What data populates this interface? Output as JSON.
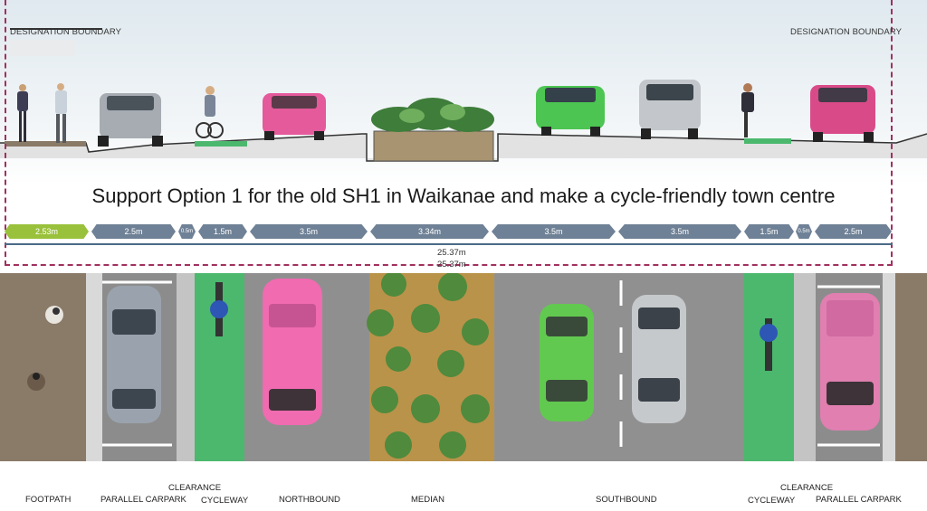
{
  "designation_left": "DESIGNATION BOUNDARY",
  "designation_right": "DESIGNATION BOUNDARY",
  "title": "Support Option 1 for the old SH1 in Waikanae and make a cycle-friendly town centre",
  "dimensions": [
    {
      "label": "2.53m",
      "color": "#9ac13b"
    },
    {
      "label": "2.5m",
      "color": "#6f8196"
    },
    {
      "label": "0.5m",
      "color": "#6f8196"
    },
    {
      "label": "1.5m",
      "color": "#6f8196"
    },
    {
      "label": "3.5m",
      "color": "#6f8196"
    },
    {
      "label": "3.34m",
      "color": "#6f8196"
    },
    {
      "label": "3.5m",
      "color": "#6f8196"
    },
    {
      "label": "3.5m",
      "color": "#6f8196"
    },
    {
      "label": "1.5m",
      "color": "#6f8196"
    },
    {
      "label": "0.5m",
      "color": "#6f8196"
    },
    {
      "label": "2.5m",
      "color": "#6f8196"
    }
  ],
  "total_width_1": "25.37m",
  "total_width_2": "25.37m",
  "plan_labels": {
    "footpath": "FOOTPATH",
    "parallel_carpark_left": "PARALLEL CARPARK",
    "clearance_left": "CLEARANCE",
    "cycleway_left": "CYCLEWAY",
    "northbound": "NORTHBOUND",
    "median": "MEDIAN",
    "southbound": "SOUTHBOUND",
    "cycleway_right": "CYCLEWAY",
    "clearance_right": "CLEARANCE",
    "parallel_carpark_right": "PARALLEL CARPARK"
  },
  "colors": {
    "cycleway": "#4bb86e",
    "footpath": "#8a7a68",
    "median": "#b99349",
    "road": "#8f8f8f",
    "boundary": "#a0305f"
  }
}
